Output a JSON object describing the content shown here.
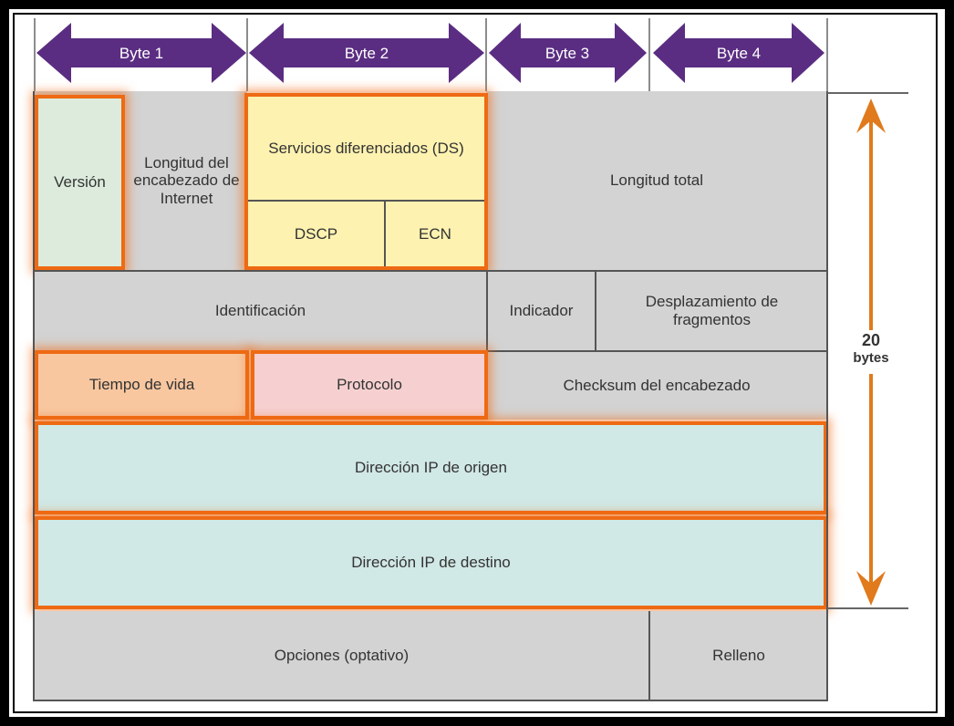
{
  "bytes": [
    "Byte 1",
    "Byte 2",
    "Byte 3",
    "Byte 4"
  ],
  "fields": {
    "version": "Versión",
    "ihl": "Longitud del encabezado de Internet",
    "ds": "Servicios diferenciados (DS)",
    "dscp": "DSCP",
    "ecn": "ECN",
    "total_length": "Longitud total",
    "identification": "Identificación",
    "flags": "Indicador",
    "fragment_offset": "Desplazamiento de fragmentos",
    "ttl": "Tiempo de vida",
    "protocol": "Protocolo",
    "checksum": "Checksum del encabezado",
    "src_ip": "Dirección IP de origen",
    "dst_ip": "Dirección IP de destino",
    "options": "Opciones (optativo)",
    "padding": "Relleno"
  },
  "size_label": {
    "number": "20",
    "unit": "bytes"
  },
  "colors": {
    "byte_arrow": "#5a2d82",
    "highlight": "#ee6a13",
    "gray_cell": "#d3d3d3",
    "version": "#dcebdc",
    "ds": "#fdf2b0",
    "ttl": "#f8c7a0",
    "protocol": "#f6d0d0",
    "address": "#d0e8e6",
    "size_arrow": "#e07a1c"
  }
}
